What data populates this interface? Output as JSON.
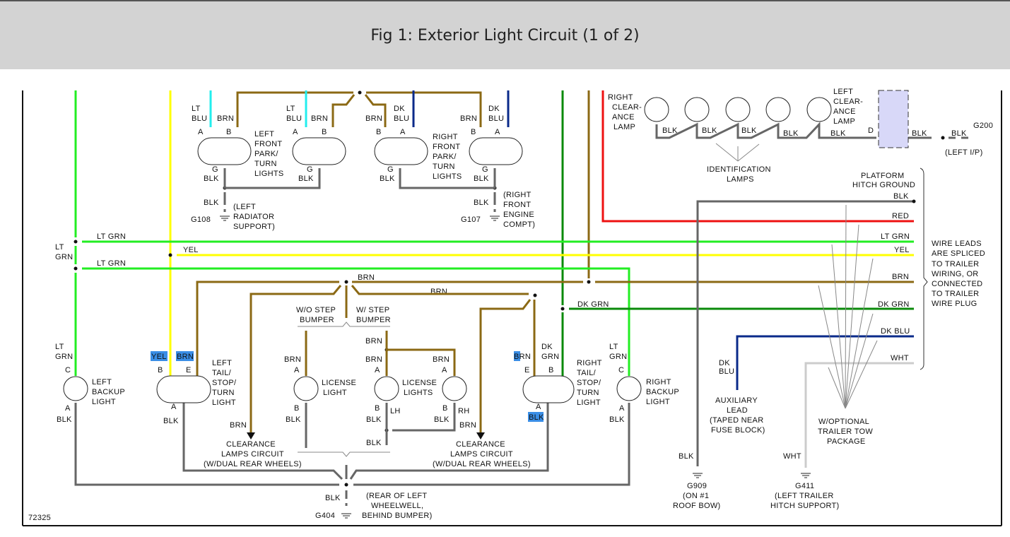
{
  "title": "Fig 1: Exterior Light Circuit (1 of 2)",
  "figure_number": "72325",
  "colors": {
    "lt_grn": "#22ee22",
    "yel": "#ffff00",
    "brn": "#8b6914",
    "lt_blu": "#22eeee",
    "dk_blu": "#0a2a8a",
    "dk_grn": "#0a8a0a",
    "red": "#ee1111",
    "blk": "#666666",
    "wht": "#cccccc",
    "highlight": "#3a8ee6",
    "connector_box": "#d8d8f8"
  },
  "front_lights": {
    "left": {
      "label": [
        "LEFT",
        "FRONT",
        "PARK/",
        "TURN",
        "LIGHTS"
      ],
      "wire_a": [
        "LT",
        "BLU"
      ],
      "wire_b": "BRN",
      "pin_a": "A",
      "pin_b": "B",
      "pin_g": "G",
      "ground_wire": "BLK"
    },
    "right": {
      "label": [
        "RIGHT",
        "FRONT",
        "PARK/",
        "TURN",
        "LIGHTS"
      ],
      "wire_a": [
        "DK",
        "BLU"
      ],
      "wire_b": "BRN",
      "pin_a": "A",
      "pin_b": "B",
      "pin_g": "G",
      "ground_wire": "BLK"
    },
    "g108": {
      "id": "G108",
      "wire": "BLK",
      "location": [
        "(LEFT",
        "RADIATOR",
        "SUPPORT)"
      ]
    },
    "g107": {
      "id": "G107",
      "wire": "BLK",
      "location": [
        "(RIGHT",
        "FRONT",
        "ENGINE",
        "COMPT)"
      ]
    }
  },
  "clearance_lamps": {
    "right_label": [
      "RIGHT",
      "CLEAR-",
      "ANCE",
      "LAMP"
    ],
    "left_label": [
      "LEFT",
      "CLEAR-",
      "ANCE",
      "LAMP"
    ],
    "segment_wire": "BLK",
    "pin_d": "D",
    "identification_label": [
      "IDENTIFICATION",
      "LAMPS"
    ],
    "g200": {
      "id": "G200",
      "wire": "BLK",
      "location": "(LEFT I/P)"
    }
  },
  "mid_wires": {
    "lt_grn": "LT GRN",
    "lt_grn_v": [
      "LT",
      "GRN"
    ],
    "yel": "YEL",
    "brn": "BRN",
    "dk_grn": "DK GRN",
    "wo_step": [
      "W/O STEP",
      "BUMPER"
    ],
    "w_step": [
      "W/ STEP",
      "BUMPER"
    ]
  },
  "trailer_leads": {
    "platform": [
      "PLATFORM",
      "HITCH GROUND"
    ],
    "leads": [
      "BLK",
      "RED",
      "LT GRN",
      "YEL",
      "BRN",
      "DK GRN",
      "DK BLU",
      "WHT"
    ],
    "note": [
      "WIRE LEADS",
      "ARE SPLICED",
      "TO TRAILER",
      "WIRING, OR",
      "CONNECTED",
      "TO TRAILER",
      "WIRE PLUG"
    ],
    "aux": {
      "wire": [
        "DK",
        "BLU"
      ],
      "label": [
        "AUXILIARY",
        "LEAD",
        "(TAPED NEAR",
        "FUSE BLOCK)"
      ]
    },
    "option": [
      "W/OPTIONAL",
      "TRAILER TOW",
      "PACKAGE"
    ],
    "g909": {
      "id": "G909",
      "wire": "BLK",
      "location": [
        "(ON #1",
        "ROOF BOW)"
      ]
    },
    "g411": {
      "id": "G411",
      "wire": "WHT",
      "location": [
        "(LEFT TRAILER",
        "HITCH SUPPORT)"
      ]
    }
  },
  "rear_lights": {
    "left_backup": {
      "label": [
        "LEFT",
        "BACKUP",
        "LIGHT"
      ],
      "wire_in": [
        "LT",
        "GRN"
      ],
      "pin_in": "C",
      "pin_out": "A",
      "wire_out": "BLK"
    },
    "left_tail": {
      "label": [
        "LEFT",
        "TAIL/",
        "STOP/",
        "TURN",
        "LIGHT"
      ],
      "wire_b": "YEL",
      "wire_e": "BRN",
      "pin_b": "B",
      "pin_e": "E",
      "pin_a": "A",
      "wire_out": "BLK"
    },
    "license_single": {
      "label": [
        "LICENSE",
        "LIGHT"
      ],
      "wire_in": "BRN",
      "pin_in": "A",
      "pin_out": "B",
      "wire_out": "BLK"
    },
    "license_dual": {
      "label": [
        "LICENSE",
        "LIGHTS"
      ],
      "wire_top": "BRN",
      "wire_in": "BRN",
      "pin_in": "A",
      "pin_out": "B",
      "wire_out": "BLK",
      "lh": "LH",
      "rh": "RH",
      "wire_common": "BLK"
    },
    "clearance_circuit": {
      "wire": "BRN",
      "label": [
        "CLEARANCE",
        "LAMPS CIRCUIT",
        "(W/DUAL REAR WHEELS)"
      ]
    },
    "right_tail": {
      "label": [
        "RIGHT",
        "TAIL/",
        "STOP/",
        "TURN",
        "LIGHT"
      ],
      "wire_e": "BRN",
      "wire_b": [
        "DK",
        "GRN"
      ],
      "pin_e": "E",
      "pin_b": "B",
      "pin_a": "A",
      "wire_out": "BLK"
    },
    "right_backup": {
      "label": [
        "RIGHT",
        "BACKUP",
        "LIGHT"
      ],
      "wire_in": [
        "LT",
        "GRN"
      ],
      "pin_in": "C",
      "pin_out": "A",
      "wire_out": "BLK"
    },
    "g404": {
      "id": "G404",
      "wire": "BLK",
      "location": [
        "(REAR OF LEFT",
        "WHEELWELL,",
        "BEHIND BUMPER)"
      ]
    }
  }
}
